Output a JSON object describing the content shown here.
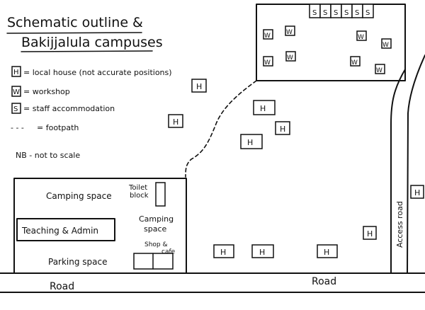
{
  "title_line1": "Schematic outline &",
  "title_line2": "Bakijjalula campuses",
  "legend": {
    "house_symbol": "H",
    "house_text": "= local house (not accurate positions)",
    "workshop_symbol": "W",
    "workshop_text": "= workshop",
    "staff_symbol": "S",
    "staff_text": "= staff accommodation",
    "footpath_symbol": "- - -",
    "footpath_text": "= footpath"
  },
  "note": "NB - not to scale",
  "areas": {
    "camping_space": "Camping space",
    "toilet_line1": "Toilet",
    "toilet_line2": "block",
    "camping2_line1": "Camping",
    "camping2_line2": "space",
    "teaching_admin": "Teaching & Admin",
    "shop_line1": "Shop &",
    "shop_line2": "cafe",
    "parking_space": "Parking space"
  },
  "roads": {
    "road_left": "Road",
    "road_right": "Road",
    "access_road": "Access road"
  },
  "symbols": {
    "house": "H",
    "workshop": "W",
    "staff": "S"
  }
}
